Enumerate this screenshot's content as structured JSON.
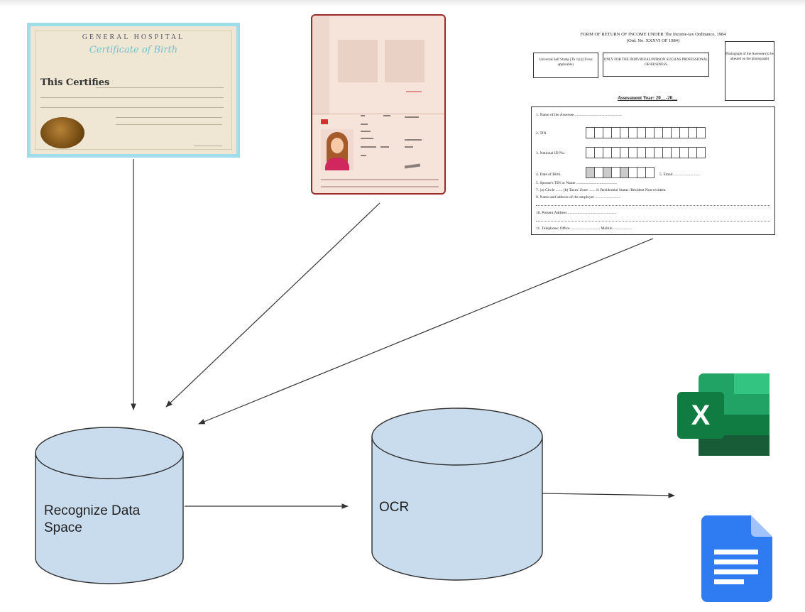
{
  "certificate": {
    "org": "GENERAL HOSPITAL",
    "title": "Certificate of Birth",
    "subtitle": "This Certifies"
  },
  "income_form": {
    "title": "FORM OF RETURN OF INCOME UNDER The Income-tax Ordinance, 1984",
    "title_sub": "(Ord. No. XXXVI OF 1984)",
    "stamp_box": "Universal Self Stamp [Tk 1(i)] (U/sec applicable)",
    "category_box": "ONLY FOR THE INDIVIDUAL/PERSON SUCH AS PROFESSIONAL OR BUSINESS",
    "photo_box": "Photograph of the Assessee (to be attested on the photograph)",
    "assessment_year": "Assessment Year: 20__-20__",
    "rows": [
      "1. Name of the Assessee ................................................",
      "2. TIN",
      "3. National ID No.",
      "4. Date of Birth",
      "5. Spouse's TIN or Name ..........................................",
      "7. (a) Circle .......  (b) Taxes' Zone .......  8. Residential Status: Resident  Non-resident",
      "9. Name and address of the employer ..........................",
      "10. Present Address ..................................................",
      "11. Telephone: Office ..............................  Mobile ..................."
    ],
    "email_label": "5. Email ..........................."
  },
  "nodes": {
    "recognize": "Recognize Data Space",
    "ocr": "OCR"
  },
  "outputs": {
    "excel_letter": "X",
    "excel_icon": "excel-icon",
    "docs_icon": "google-docs-icon"
  },
  "colors": {
    "cylinder_fill": "#c9dcee",
    "cylinder_stroke": "#2e2e2e",
    "arrow": "#333333",
    "excel_green": "#107c41",
    "docs_blue": "#2f7bf2"
  }
}
